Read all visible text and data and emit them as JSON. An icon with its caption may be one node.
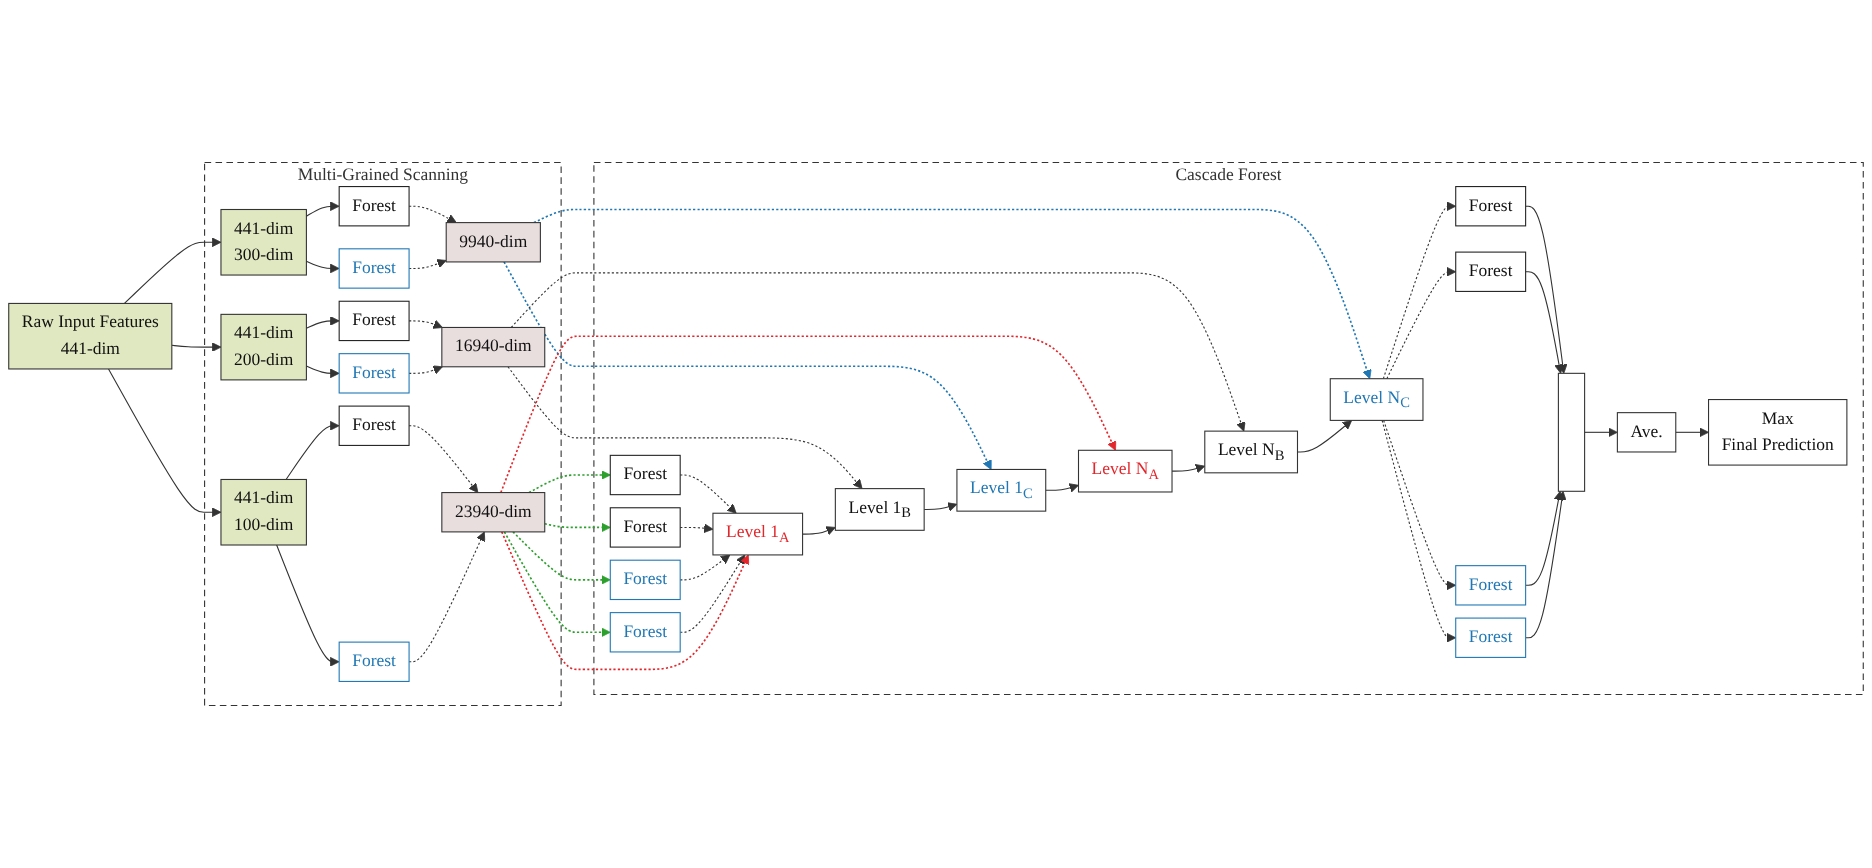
{
  "diagram": {
    "nodes": [
      {
        "text": [
          "Multi-Grained Scanning"
        ]
      },
      {
        "text": [
          "Cascade Forest"
        ]
      },
      {
        "text": [
          "Raw Input Features",
          "441-dim"
        ]
      },
      {
        "text": [
          "441-dim",
          "100-dim"
        ],
        "in": 0
      },
      {
        "text": [
          "Forest"
        ],
        "in": 0
      },
      {
        "text": [
          "Forest"
        ],
        "in": 0
      },
      {
        "text": [
          "23940-dim"
        ],
        "in": 0
      },
      {
        "text": [
          "441-dim",
          "200-dim"
        ],
        "in": 0
      },
      {
        "text": [
          "Forest"
        ],
        "in": 0
      },
      {
        "text": [
          "Forest"
        ],
        "in": 0
      },
      {
        "text": [
          "16940-dim"
        ],
        "in": 0
      },
      {
        "text": [
          "441-dim",
          "300-dim"
        ],
        "in": 0
      },
      {
        "text": [
          "Forest"
        ],
        "in": 0
      },
      {
        "text": [
          "Forest"
        ],
        "in": 0
      },
      {
        "text": [
          "9940-dim"
        ],
        "in": 0
      },
      {
        "text": [
          "Forest"
        ],
        "in": 1
      },
      {
        "text": [
          "Forest"
        ],
        "in": 1
      },
      {
        "text": [
          "Forest"
        ],
        "in": 1
      },
      {
        "text": [
          "Forest"
        ],
        "in": 1
      },
      {
        "text": [
          "Level 1$_{A}$"
        ],
        "in": 1
      },
      {
        "text": [
          "Level 1$_{B}$"
        ],
        "in": 1
      },
      {
        "text": [
          "Level 1$_{C}$"
        ],
        "in": 1
      },
      {
        "text": [
          "Level N$_{A}$"
        ],
        "in": 1
      },
      {
        "text": [
          "Level N$_{B}$"
        ],
        "in": 1
      },
      {
        "text": [
          "Level N$_{C}$"
        ],
        "in": 1
      },
      {
        "text": [
          "Forest"
        ],
        "in": 1
      },
      {
        "text": [
          "Forest"
        ],
        "in": 1
      },
      {
        "text": [
          "Forest"
        ],
        "in": 1
      },
      {
        "text": [
          "Forest"
        ],
        "in": 1
      },
      {
        "text": [],
        "shape": "bar",
        "in": 1
      },
      {
        "text": [
          "Ave."
        ],
        "in": 1
      },
      {
        "text": [
          "Max",
          "Final Prediction"
        ],
        "in": 1
      }
    ],
    "edges": [
      {
        "from": 2,
        "to": 3,
        "arrow": "to"
      },
      {
        "from": 2,
        "to": 7,
        "arrow": "to"
      },
      {
        "from": 2,
        "to": 11,
        "arrow": "to"
      },
      {
        "from": 3,
        "to": 4,
        "arrow": "to"
      },
      {
        "from": 3,
        "to": 5,
        "arrow": "to"
      },
      {
        "from": 4,
        "to": 6,
        "arrow": "to",
        "style": "dashed"
      },
      {
        "from": 5,
        "to": 6,
        "arrow": "to",
        "style": "dashed"
      },
      {
        "from": 7,
        "to": 8,
        "arrow": "to"
      },
      {
        "from": 7,
        "to": 9,
        "arrow": "to"
      },
      {
        "from": 8,
        "to": 10,
        "arrow": "to",
        "style": "dashed"
      },
      {
        "from": 9,
        "to": 10,
        "arrow": "to",
        "style": "dashed"
      },
      {
        "from": 11,
        "to": 12,
        "arrow": "to"
      },
      {
        "from": 11,
        "to": 13,
        "arrow": "to"
      },
      {
        "from": 12,
        "to": 14,
        "arrow": "to",
        "style": "dashed"
      },
      {
        "from": 13,
        "to": 14,
        "arrow": "to",
        "style": "dashed"
      },
      {
        "from": 6,
        "to": 15,
        "arrow": "to",
        "style": "dashed",
        "color": "#2ca02c"
      },
      {
        "from": 6,
        "to": 16,
        "arrow": "to",
        "style": "dashed",
        "color": "#2ca02c"
      },
      {
        "from": 6,
        "to": 17,
        "arrow": "to",
        "style": "dashed",
        "color": "#2ca02c"
      },
      {
        "from": 6,
        "to": 18,
        "arrow": "to",
        "style": "dashed",
        "color": "#2ca02c"
      },
      {
        "from": 15,
        "to": 19,
        "arrow": "to",
        "style": "dashed"
      },
      {
        "from": 16,
        "to": 19,
        "arrow": "to",
        "style": "dashed"
      },
      {
        "from": 17,
        "to": 19,
        "arrow": "to",
        "style": "dashed"
      },
      {
        "from": 18,
        "to": 19,
        "arrow": "to",
        "style": "dashed"
      },
      {
        "from": 6,
        "to": 19,
        "arrow": "to",
        "style": "dashed",
        "color": "#e3262b"
      },
      {
        "from": 10,
        "to": 20,
        "arrow": "to",
        "style": "dashed"
      },
      {
        "from": 14,
        "to": 21,
        "arrow": "to",
        "style": "dashed",
        "color": "#1f77b4"
      },
      {
        "from": 6,
        "to": 22,
        "arrow": "to",
        "style": "dashed",
        "color": "#e3262b"
      },
      {
        "from": 10,
        "to": 23,
        "arrow": "to",
        "style": "dashed"
      },
      {
        "from": 14,
        "to": 24,
        "arrow": "to",
        "style": "dashed",
        "color": "#1f77b4"
      },
      {
        "from": 19,
        "to": 20,
        "arrow": "to"
      },
      {
        "from": 20,
        "to": 21,
        "arrow": "to"
      },
      {
        "from": 21,
        "to": 22,
        "arrow": "to"
      },
      {
        "from": 22,
        "to": 23,
        "arrow": "to"
      },
      {
        "from": 23,
        "to": 24,
        "arrow": "to"
      },
      {
        "from": 24,
        "to": 25,
        "arrow": "to",
        "style": "dashed"
      },
      {
        "from": 24,
        "to": 26,
        "arrow": "to",
        "style": "dashed"
      },
      {
        "from": 24,
        "to": 27,
        "arrow": "to",
        "style": "dashed"
      },
      {
        "from": 24,
        "to": 28,
        "arrow": "to",
        "style": "dashed"
      },
      {
        "from": 25,
        "to": 29,
        "arrow": "to"
      },
      {
        "from": 26,
        "to": 29,
        "arrow": "to"
      },
      {
        "from": 27,
        "to": 29,
        "arrow": "to"
      },
      {
        "from": 28,
        "to": 29,
        "arrow": "to"
      },
      {
        "from": 29,
        "to": 30,
        "arrow": "to"
      },
      {
        "from": 30,
        "to": 31,
        "arrow": "to"
      }
    ]
  }
}
